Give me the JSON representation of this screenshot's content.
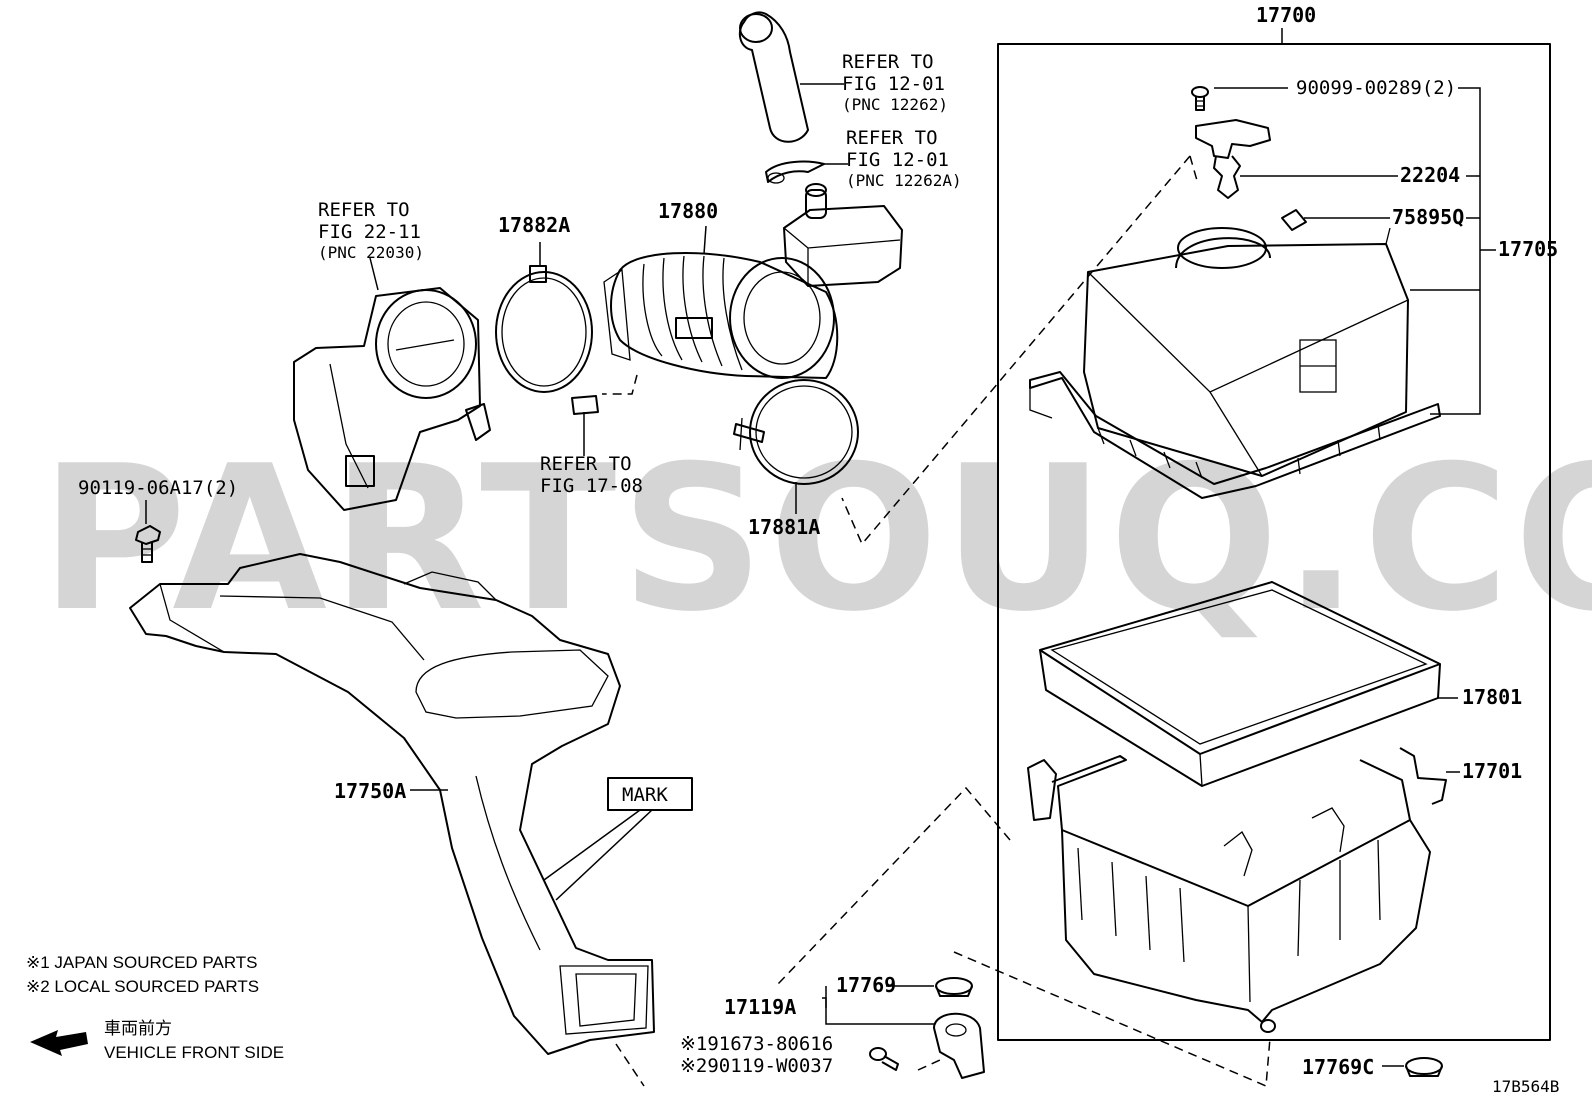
{
  "watermark": "PARTSOUQ.COM",
  "diagram_code": "17B564B",
  "parts": {
    "p17700": "17700",
    "p90099": "90099-00289(2)",
    "p22204": "22204",
    "p75895Q": "75895Q",
    "p17705": "17705",
    "p17801": "17801",
    "p17701": "17701",
    "p17882A": "17882A",
    "p17880": "17880",
    "p17881A": "17881A",
    "p90119": "90119-06A17(2)",
    "p17750A": "17750A",
    "p17119A": "17119A",
    "p17769": "17769",
    "p17769C": "17769C",
    "p191673": "※191673-80616",
    "p290119": "※290119-W0037"
  },
  "refs": {
    "r1": {
      "line1": "REFER TO",
      "line2": "FIG 12-01",
      "line3": "(PNC 12262)"
    },
    "r2": {
      "line1": "REFER TO",
      "line2": "FIG 12-01",
      "line3": "(PNC 12262A)"
    },
    "r3": {
      "line1": "REFER TO",
      "line2": "FIG 22-11",
      "line3": "(PNC 22030)"
    },
    "r4": {
      "line1": "REFER TO",
      "line2": "FIG 17-08"
    }
  },
  "mark_label": "MARK",
  "notes": {
    "n1": "※1 JAPAN SOURCED PARTS",
    "n2": "※2 LOCAL SOURCED PARTS"
  },
  "direction": {
    "jp": "車両前方",
    "en": "VEHICLE FRONT SIDE"
  }
}
